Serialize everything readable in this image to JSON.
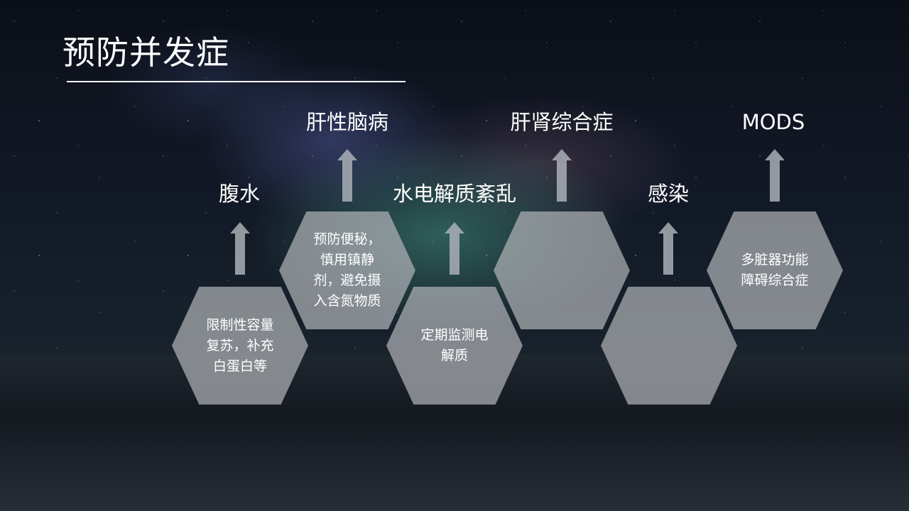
{
  "slide": {
    "title": "预防并发症"
  },
  "complications": [
    {
      "label": "腹水",
      "prevention": "限制性容量复苏，补充白蛋白等",
      "row": "lower"
    },
    {
      "label": "肝性脑病",
      "prevention": "预防便秘，慎用镇静剂，避免摄入含氮物质",
      "row": "upper"
    },
    {
      "label": "水电解质紊乱",
      "prevention": "定期监测电解质",
      "row": "lower"
    },
    {
      "label": "肝肾综合症",
      "prevention": "",
      "row": "upper"
    },
    {
      "label": "感染",
      "prevention": "",
      "row": "lower"
    },
    {
      "label": "MODS",
      "prevention": "多脏器功能障碍综合症",
      "row": "upper"
    }
  ],
  "colors": {
    "hexagon_fill": "#AFB2B6",
    "arrow_fill": "#AAAFB6",
    "text": "#FFFFFF",
    "background_top": "#0B0F17"
  }
}
